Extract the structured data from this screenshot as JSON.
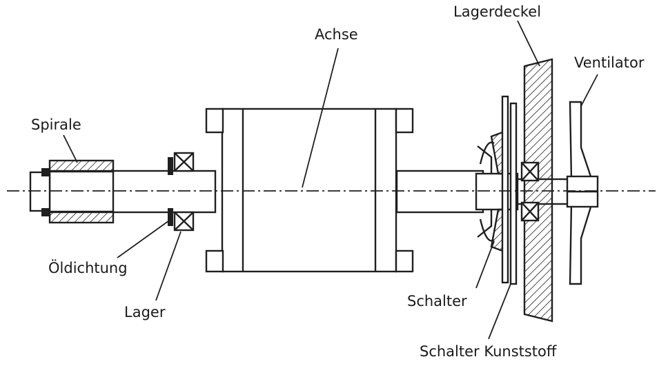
{
  "labels": {
    "achse": "Achse",
    "lagerdeckel": "Lagerdeckel",
    "ventilator": "Ventilator",
    "spirale": "Spirale",
    "oeldichtung": "Öldichtung",
    "lager": "Lager",
    "schalter": "Schalter",
    "schalter_kunststoff": "Schalter Kunststoff"
  }
}
